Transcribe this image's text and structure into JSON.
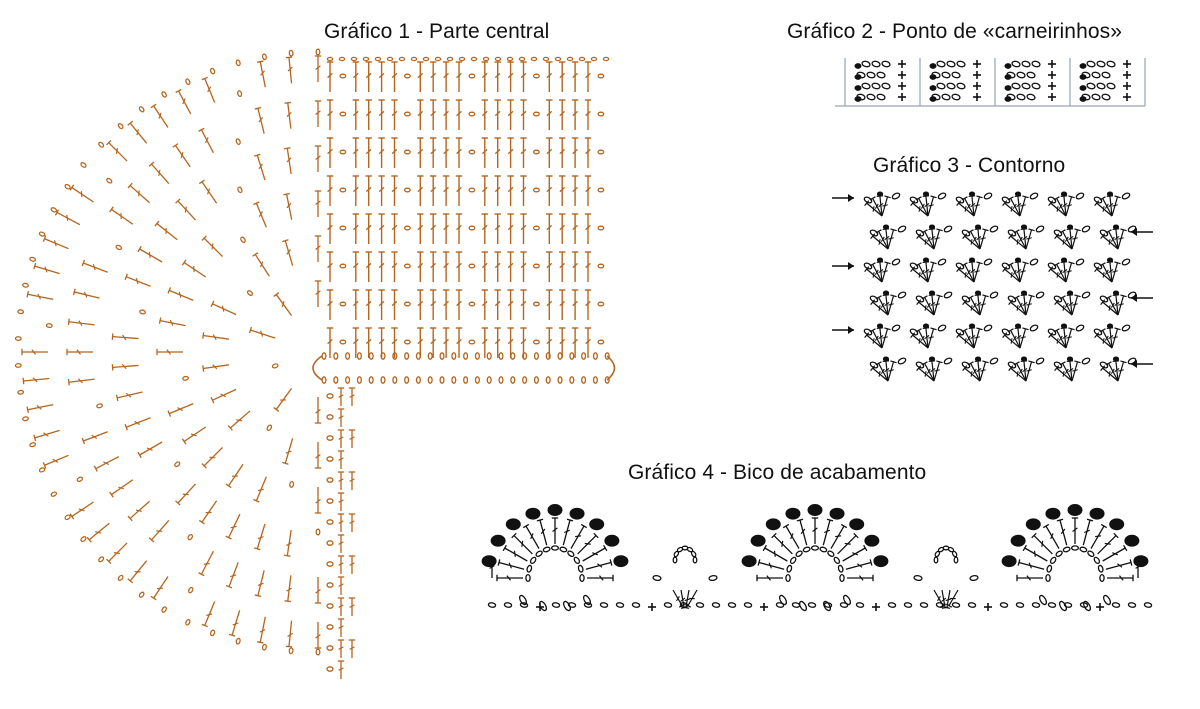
{
  "charts": {
    "chart1": {
      "title": "Gráfico 1 - Parte central"
    },
    "chart2": {
      "title": "Gráfico 2 - Ponto de «carneirinhos»"
    },
    "chart3": {
      "title": "Gráfico 3 - Contorno"
    },
    "chart4": {
      "title": "Gráfico 4 - Bico de acabamento"
    }
  },
  "colors": {
    "chart1_stitch": "#b5651d",
    "chart_ink": "#111111",
    "grid_line": "#9aa3b5"
  }
}
